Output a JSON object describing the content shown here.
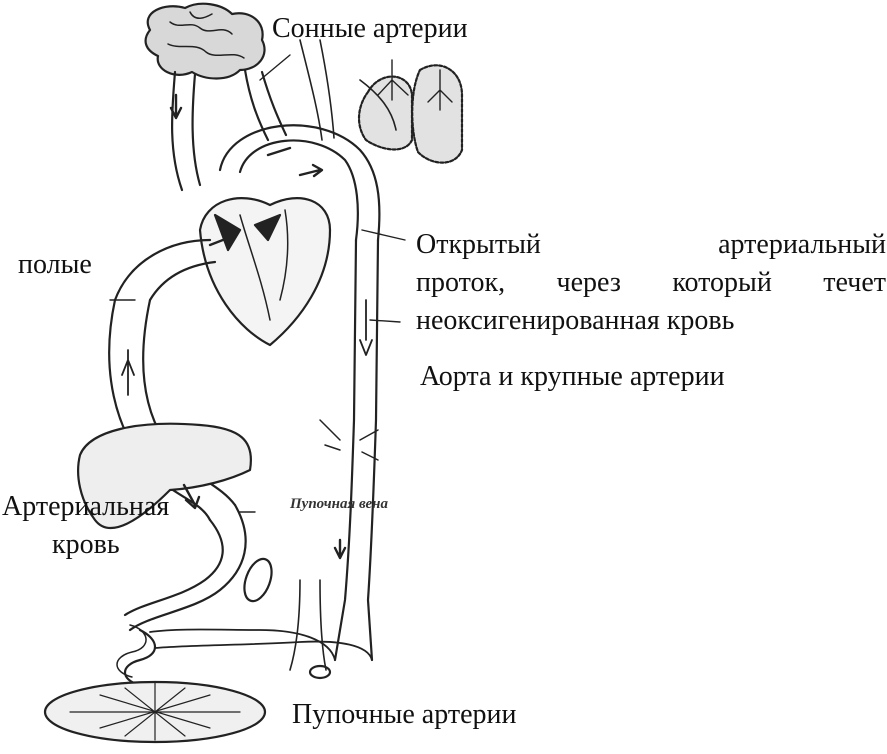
{
  "labels": {
    "carotid": "Сонные артерии",
    "ductus_line1_word1": "Открытый",
    "ductus_line1_word2": "артериальный",
    "ductus_line2_word1": "проток,",
    "ductus_line2_word2": "через",
    "ductus_line2_word3": "который",
    "ductus_line2_word4": "течет",
    "ductus_line3": "неоксигенированная кровь",
    "aorta": "Аорта и крупные артерии",
    "vena_cava": "полые",
    "arterial_blood_line1": "Артериальная",
    "arterial_blood_line2": "кровь",
    "umbilical_vein": "Пупочная вена",
    "umbilical_arteries": "Пупочные артерии"
  },
  "colors": {
    "ink": "#111111",
    "stroke": "#222222",
    "shade": "#9a9a9a",
    "paper": "#ffffff"
  }
}
